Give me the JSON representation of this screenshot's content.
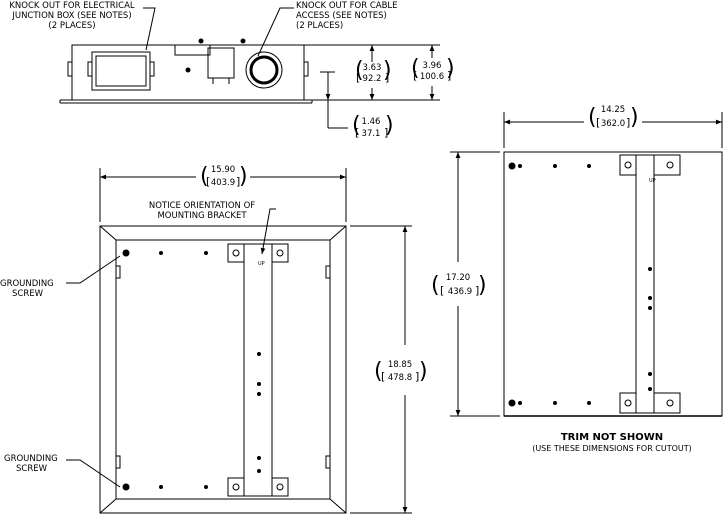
{
  "top_view": {
    "knockout_junction": [
      "KNOCK OUT FOR ELECTRICAL",
      "JUNCTION BOX (SEE NOTES)",
      "(2 PLACES)"
    ],
    "knockout_cable": [
      "KNOCK OUT FOR CABLE",
      "ACCESS (SEE NOTES)",
      "(2 PLACES)"
    ],
    "dim_363": [
      "3.63",
      "92.2"
    ],
    "dim_396": [
      "3.96",
      "100.6"
    ],
    "dim_146": [
      "1.46",
      "37.1"
    ]
  },
  "front_view": {
    "dim_width": [
      "15.90",
      "403.9"
    ],
    "dim_height": [
      "18.85",
      "478.8"
    ],
    "notice": [
      "NOTICE ORIENTATION OF",
      "MOUNTING BRACKET"
    ],
    "grounding_top": [
      "GROUNDING",
      "SCREW"
    ],
    "grounding_bottom": [
      "GROUNDING",
      "SCREW"
    ],
    "up_label": "UP"
  },
  "cutout_view": {
    "dim_width": [
      "14.25",
      "362.0"
    ],
    "dim_height": [
      "17.20",
      "436.9"
    ],
    "up_label": "UP",
    "trim_title": "TRIM NOT SHOWN",
    "trim_subtitle": "(USE THESE DIMENSIONS FOR CUTOUT)"
  }
}
